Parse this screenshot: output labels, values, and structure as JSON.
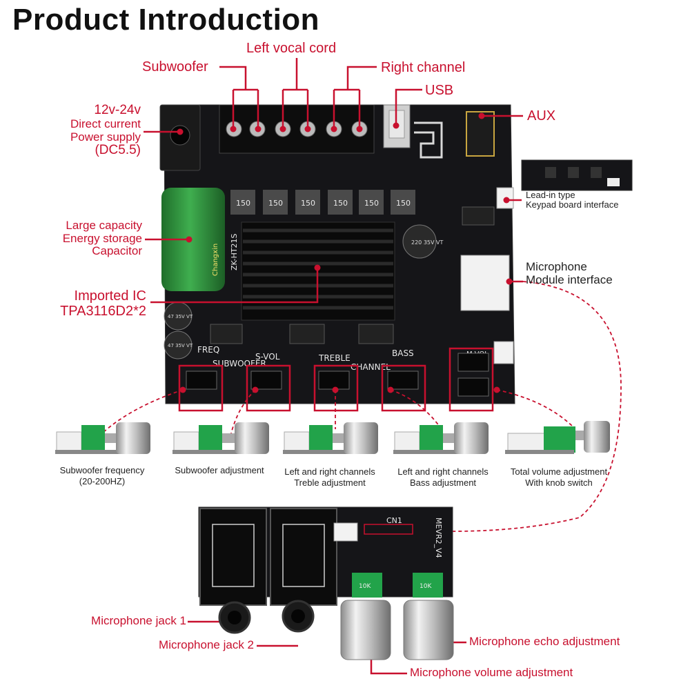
{
  "title": "Product Introduction",
  "labels": {
    "left_vocal_cord": "Left vocal cord",
    "subwoofer": "Subwoofer",
    "right_channel": "Right channel",
    "usb": "USB",
    "aux": "AUX",
    "power_l1": "12v-24v",
    "power_l2": "Direct current",
    "power_l3": "Power supply",
    "power_l4": "(DC5.5)",
    "cap_l1": "Large capacity",
    "cap_l2": "Energy storage",
    "cap_l3": "Capacitor",
    "ic_l1": "Imported IC",
    "ic_l2": "TPA3116D2*2",
    "keypad_l1": "Lead-in type",
    "keypad_l2": "Keypad board interface",
    "mic_mod_l1": "Microphone",
    "mic_mod_l2": "Module interface",
    "mic_jack1": "Microphone jack 1",
    "mic_jack2": "Microphone jack 2",
    "mic_echo": "Microphone echo adjustment",
    "mic_vol": "Microphone volume adjustment"
  },
  "board_silk": {
    "freq": "FREQ",
    "subwoofer": "SUBWOOFER",
    "svol": "S-VOL",
    "treble": "TREBLE",
    "channel": "CHANNEL",
    "bass": "BASS",
    "mvol": "M-VOL",
    "inductor": "150",
    "cap_small": "47 35V VT",
    "cap_med": "220 35V VT",
    "chip_id": "ZK-HT21S",
    "cap_brand": "Changxin"
  },
  "knob_captions": [
    {
      "l1": "Subwoofer frequency",
      "l2": "(20-200HZ)"
    },
    {
      "l1": "Subwoofer adjustment",
      "l2": ""
    },
    {
      "l1": "Left and right channels",
      "l2": "Treble adjustment"
    },
    {
      "l1": "Left and right channels",
      "l2": "Bass adjustment"
    },
    {
      "l1": "Total volume adjustment",
      "l2": "With knob switch"
    }
  ],
  "mic_board_silk": {
    "cn": "CN1",
    "ver": "MEVR2_V4",
    "knob": "10K"
  },
  "colors": {
    "accent_red": "#c8102e",
    "board": "#151518",
    "capacitor_green": "#2e8b3a",
    "pot_green": "#22a34a"
  }
}
